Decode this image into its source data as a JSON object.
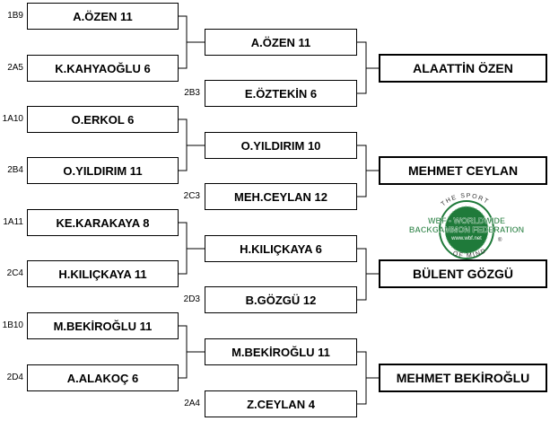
{
  "bracket": {
    "round1": [
      {
        "code": "1B9",
        "name": "A.ÖZEN  11"
      },
      {
        "code": "2A5",
        "name": "K.KAHYAOĞLU  6"
      },
      {
        "code": "1A10",
        "name": "O.ERKOL  6"
      },
      {
        "code": "2B4",
        "name": "O.YILDIRIM  11"
      },
      {
        "code": "1A11",
        "name": "KE.KARAKAYA  8"
      },
      {
        "code": "2C4",
        "name": "H.KILIÇKAYA  11"
      },
      {
        "code": "1B10",
        "name": "M.BEKİROĞLU  11"
      },
      {
        "code": "2D4",
        "name": "A.ALAKOÇ  6"
      }
    ],
    "round2": [
      {
        "code": "",
        "name": "A.ÖZEN  11"
      },
      {
        "code": "2B3",
        "name": "E.ÖZTEKİN  6"
      },
      {
        "code": "",
        "name": "O.YILDIRIM  10"
      },
      {
        "code": "2C3",
        "name": "MEH.CEYLAN  12"
      },
      {
        "code": "",
        "name": "H.KILIÇKAYA  6"
      },
      {
        "code": "2D3",
        "name": "B.GÖZGÜ  12"
      },
      {
        "code": "",
        "name": "M.BEKİROĞLU  11"
      },
      {
        "code": "2A4",
        "name": "Z.CEYLAN  4"
      }
    ],
    "winners": [
      "ALAATTİN ÖZEN",
      "MEHMET CEYLAN",
      "BÜLENT GÖZGÜ",
      "MEHMET BEKİROĞLU"
    ]
  },
  "logo": {
    "top_text": "THE SPORT",
    "line1": "WBF - WORLDWIDE",
    "line2": "BACKGAMMON FEDERATION",
    "url": "www.wbf.net",
    "bottom_text": "OF MIND",
    "color": "#1f7a3a"
  }
}
